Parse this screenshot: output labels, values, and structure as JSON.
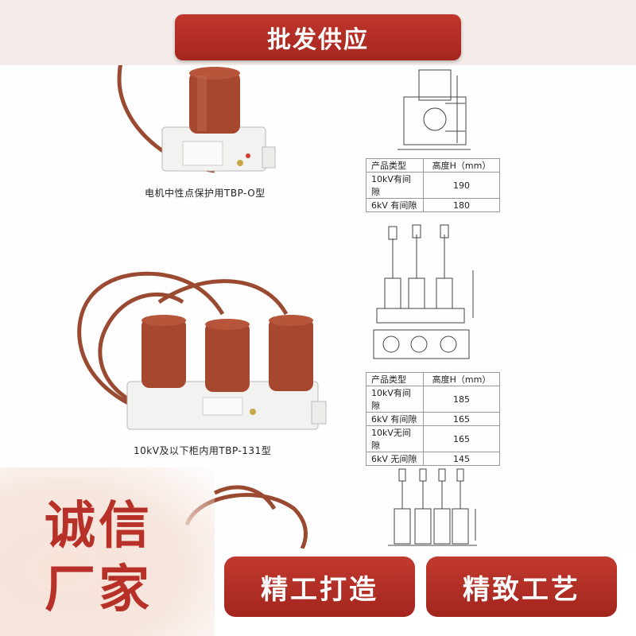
{
  "banner": {
    "title": "批发供应"
  },
  "products": [
    {
      "caption": "电机中性点保护用TBP-O型",
      "table": {
        "headers": [
          "产品类型",
          "高度H（mm）"
        ],
        "rows": [
          [
            "10kV有间隙",
            "190"
          ],
          [
            "6kV 有间隙",
            "180"
          ]
        ]
      }
    },
    {
      "caption": "10kV及以下柜内用TBP-131型",
      "table": {
        "headers": [
          "产品类型",
          "高度H（mm）"
        ],
        "rows": [
          [
            "10kV有间隙",
            "185"
          ],
          [
            "6kV 有间隙",
            "165"
          ],
          [
            "10kV无间隙",
            "165"
          ],
          [
            "6kV 无间隙",
            "145"
          ]
        ]
      }
    }
  ],
  "badges": {
    "line1": "诚信",
    "line2": "厂家"
  },
  "slogans": [
    "精工打造",
    "精致工艺"
  ],
  "colors": {
    "brand_red": "#b0302a",
    "insulator_brown": "#a4472f",
    "housing": "#f2f2f0"
  }
}
